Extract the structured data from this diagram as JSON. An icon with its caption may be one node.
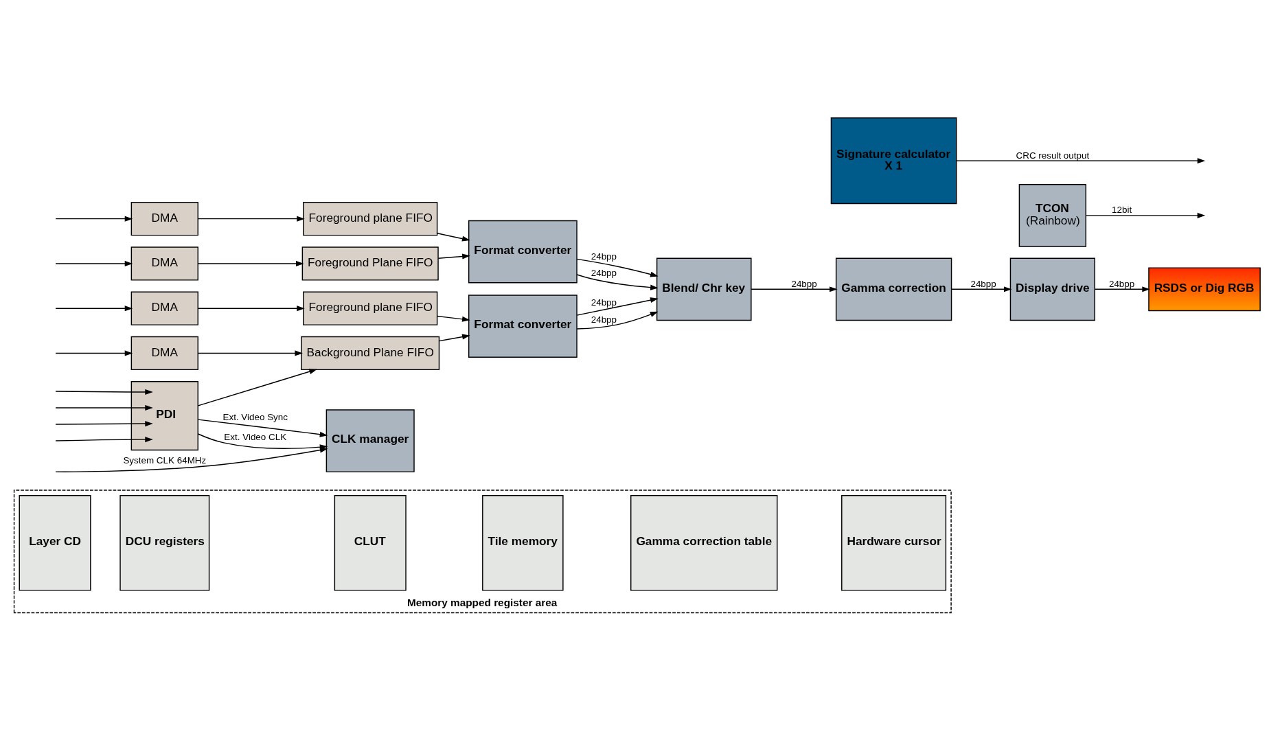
{
  "diagram": {
    "nodes": [
      {
        "text": [
          "Memory mapped register area"
        ]
      },
      {
        "text": [
          "Layer CD"
        ],
        "in": 0
      },
      {
        "text": [
          "DCU registers"
        ],
        "in": 0
      },
      {
        "text": [
          "CLUT"
        ],
        "in": 0
      },
      {
        "text": [
          "Tile memory"
        ],
        "in": 0
      },
      {
        "text": [
          "Gamma correction table"
        ],
        "in": 0
      },
      {
        "text": [
          "Hardware cursor"
        ],
        "in": 0
      },
      {
        "text": [
          "DMA"
        ]
      },
      {
        "text": [
          "DMA"
        ]
      },
      {
        "text": [
          "DMA"
        ]
      },
      {
        "text": [
          "DMA"
        ]
      },
      {
        "text": [
          "Foreground plane FIFO"
        ]
      },
      {
        "text": [
          "Foreground Plane FIFO"
        ]
      },
      {
        "text": [
          "Foreground plane FIFO"
        ]
      },
      {
        "text": [
          "Background Plane FIFO"
        ]
      },
      {
        "text": [
          "Format converter"
        ]
      },
      {
        "text": [
          "Format converter"
        ]
      },
      {
        "text": [
          "Blend/ Chr key"
        ]
      },
      {
        "text": [
          "Gamma correction"
        ]
      },
      {
        "text": [
          "Display drive"
        ]
      },
      {
        "text": [
          "TCON",
          "(Rainbow)"
        ]
      },
      {
        "text": [
          "RSDS or Dig RGB"
        ]
      },
      {
        "text": [
          "PDI"
        ]
      },
      {
        "text": [
          "CLK manager"
        ]
      },
      {
        "text": [
          "Signature calculator",
          "X 1"
        ]
      }
    ],
    "edges": [
      {
        "from": null,
        "to": 7,
        "arrow": "to"
      },
      {
        "from": null,
        "to": 8,
        "arrow": "to"
      },
      {
        "from": null,
        "to": 9,
        "arrow": "to"
      },
      {
        "from": null,
        "to": 10,
        "arrow": "to"
      },
      {
        "from": 7,
        "to": 11,
        "arrow": "to"
      },
      {
        "from": 8,
        "to": 12,
        "arrow": "to"
      },
      {
        "from": 9,
        "to": 13,
        "arrow": "to"
      },
      {
        "from": 10,
        "to": 14,
        "arrow": "to"
      },
      {
        "from": 11,
        "to": 15,
        "arrow": "to"
      },
      {
        "from": 12,
        "to": 15,
        "arrow": "to"
      },
      {
        "from": 13,
        "to": 16,
        "arrow": "to"
      },
      {
        "from": 14,
        "to": 16,
        "arrow": "to"
      },
      {
        "from": 15,
        "to": 17,
        "arrow": "to",
        "label": "24bpp"
      },
      {
        "from": 15,
        "to": 17,
        "arrow": "to",
        "label": "24bpp"
      },
      {
        "from": 16,
        "to": 17,
        "arrow": "to",
        "label": "24bpp"
      },
      {
        "from": 16,
        "to": 17,
        "arrow": "to",
        "label": "24bpp"
      },
      {
        "from": 17,
        "to": 18,
        "arrow": "to",
        "label": "24bpp"
      },
      {
        "from": 18,
        "to": 19,
        "arrow": "to",
        "label": "24bpp"
      },
      {
        "from": 19,
        "to": 21,
        "arrow": "to",
        "label": "24bpp"
      },
      {
        "from": 20,
        "to": null,
        "arrow": "to",
        "label": "12bit"
      },
      {
        "from": null,
        "to": 23,
        "arrow": "to",
        "label": "System CLK 64MHz"
      },
      {
        "from": null,
        "to": 22,
        "arrow": "to"
      },
      {
        "from": null,
        "to": 22,
        "arrow": "to"
      },
      {
        "from": null,
        "to": 22,
        "arrow": "to"
      },
      {
        "from": null,
        "to": 22,
        "arrow": "to"
      },
      {
        "from": 22,
        "to": 14,
        "arrow": "to"
      },
      {
        "from": 22,
        "to": 23,
        "arrow": "to",
        "label": "Ext. Video Sync"
      },
      {
        "from": 22,
        "to": 23,
        "arrow": "to",
        "label": "Ext. Video CLK"
      },
      {
        "from": 24,
        "to": null,
        "arrow": "to",
        "label": "CRC result output"
      }
    ]
  }
}
